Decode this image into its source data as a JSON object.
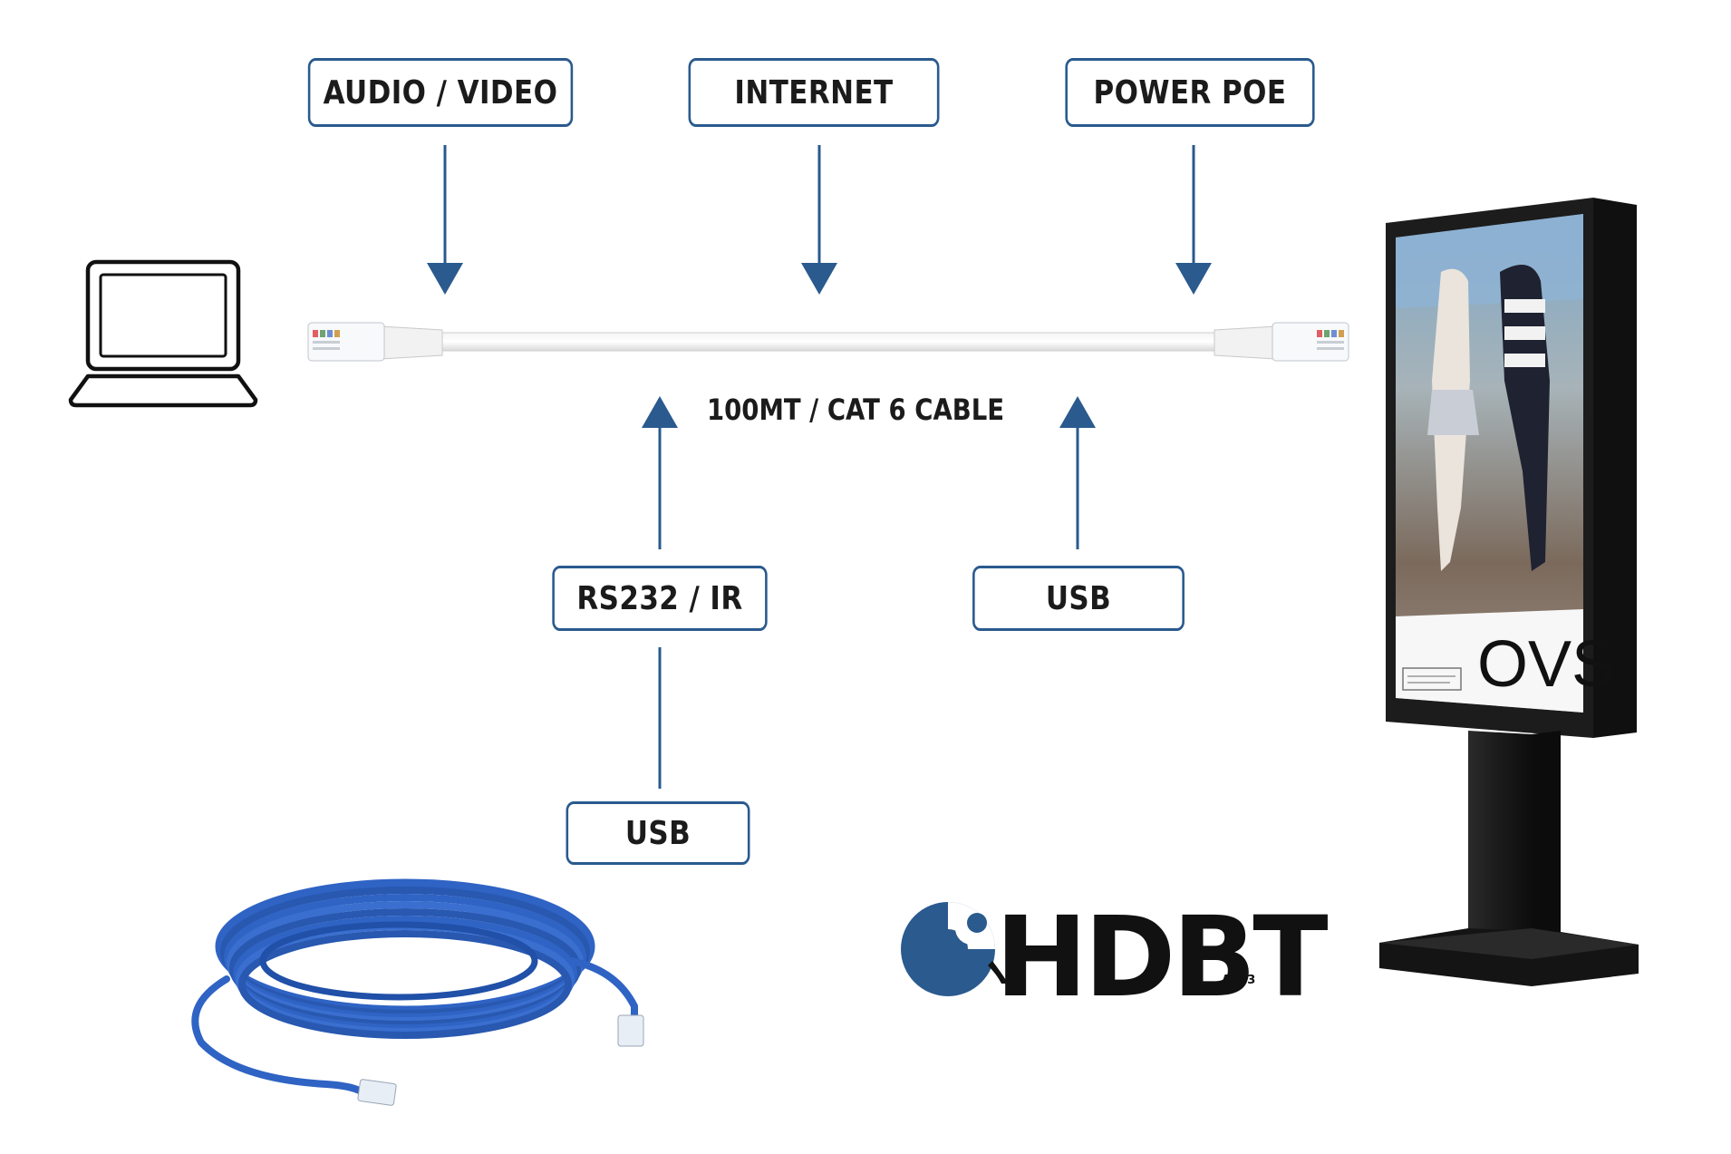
{
  "labels": {
    "audio_video": "AUDIO / VIDEO",
    "internet": "INTERNET",
    "power_poe": "POWER POE",
    "rs232_ir": "RS232 / IR",
    "usb_right": "USB",
    "usb_bottom": "USB"
  },
  "cable": {
    "caption": "100MT / CAT 6 CABLE"
  },
  "logo": {
    "text": "HDBT",
    "subtext": "AES3"
  },
  "totem": {
    "brand": "OVS"
  },
  "colors": {
    "accent_blue": "#2a5a8e",
    "cable_blue": "#2f63c4",
    "box_border": "#2a5a8e"
  },
  "icons": [
    "laptop-icon",
    "totem-display",
    "cable-coil-image",
    "hdbt-logo"
  ]
}
